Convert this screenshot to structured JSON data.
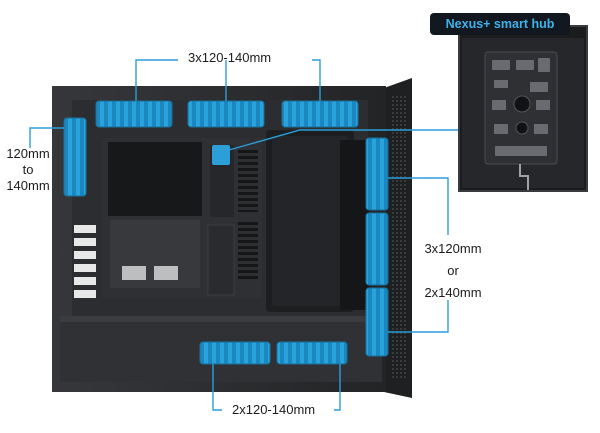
{
  "labels": {
    "top_fans": "3x120-140mm",
    "front_fan_line1": "120mm",
    "front_fan_line2": "to",
    "front_fan_line3": "140mm",
    "right_fans_line1": "3x120mm",
    "right_fans_line2": "or",
    "right_fans_line3": "2x140mm",
    "bottom_fans": "2x120-140mm",
    "hub_title": "Nexus+ smart hub"
  },
  "colors": {
    "accent_blue": "#2c9ed8",
    "label_text": "#1c1c1c",
    "case_dark": "#2a2b2d",
    "hub_title_text": "#3fb2ea"
  }
}
